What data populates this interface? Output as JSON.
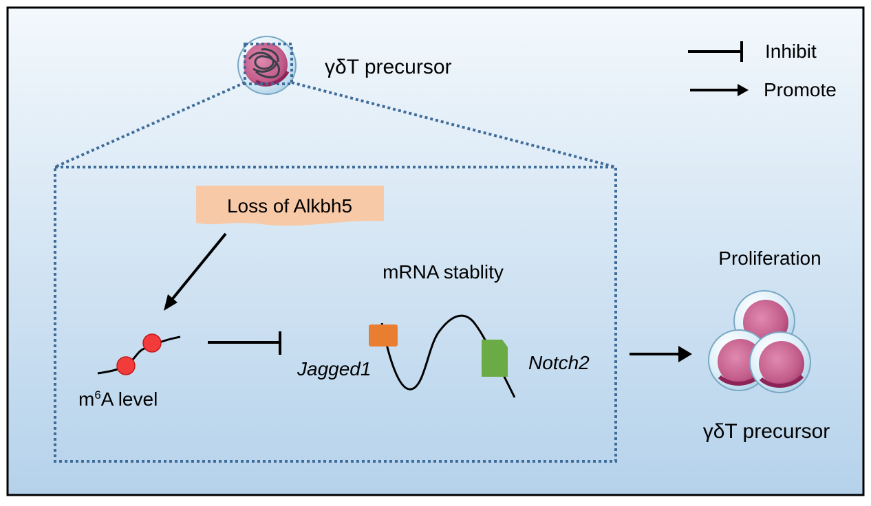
{
  "title_cell": {
    "label": "γδT precursor"
  },
  "legend": {
    "inhibit_label": "Inhibit",
    "promote_label": "Promote"
  },
  "process": {
    "trigger_label": "Loss of Alkbh5",
    "m6a_label_base": "m",
    "m6a_label_sup": "6",
    "m6a_label_rest": "A level",
    "mrna_label": "mRNA stablity",
    "gene1": "Jagged1",
    "gene2": "Notch2"
  },
  "outcome": {
    "proliferation_label": "Proliferation",
    "cells_label": "γδT precursor"
  },
  "colors": {
    "background_top": "#f3f8fc",
    "background_bottom": "#b5d2eb",
    "dotted_border": "#3f6c99",
    "trigger_box": "#f8c9a6",
    "m6a_dot": "#f23c3c",
    "jagged1_marker": "#ea7e30",
    "notch2_marker": "#6aab45",
    "cell_nucleus": "#c8608e",
    "cell_membrane": "#d7ecf7"
  }
}
